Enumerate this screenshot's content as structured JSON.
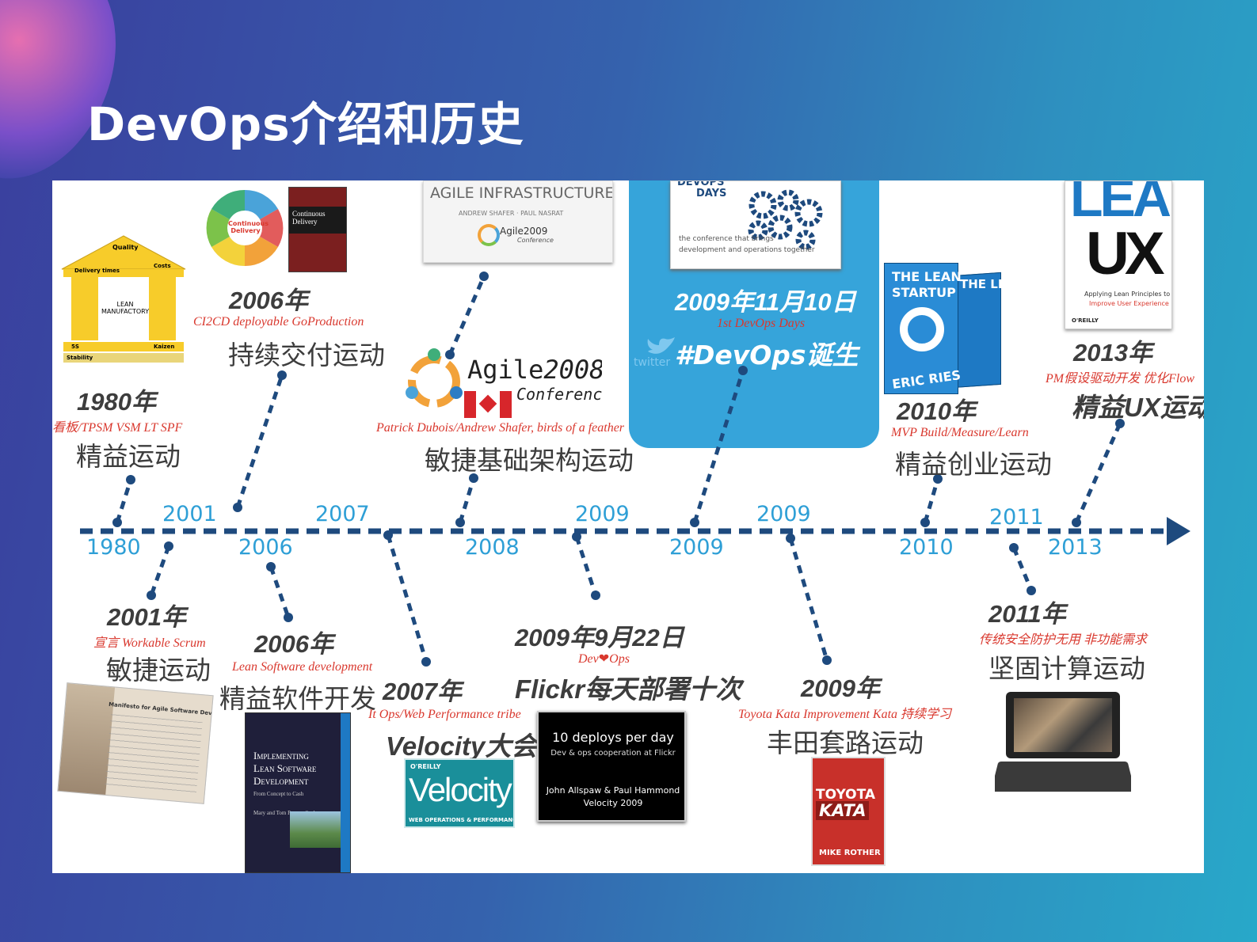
{
  "slide": {
    "title": "DevOps介绍和历史"
  },
  "colors": {
    "accent_blue": "#2e9fd6",
    "timeline_dark": "#1e4a7e",
    "tag_red": "#d9382e",
    "highlight": "#36a4da"
  },
  "timeline": {
    "years_upper": [
      "2001",
      "2007",
      "2009",
      "2009",
      "2011"
    ],
    "years_lower": [
      "1980",
      "2006",
      "2008",
      "2009",
      "2010",
      "2013"
    ]
  },
  "events": {
    "lean": {
      "date": "1980年",
      "tags": "看板/TPSM   VSM   LT   SPF",
      "movement": "精益运动"
    },
    "cd": {
      "date": "2006年",
      "tags": "CI2CD    deployable    GoProduction",
      "movement": "持续交付运动"
    },
    "agile_infra": {
      "tags": "Patrick Dubois/Andrew Shafer, birds of a feather",
      "movement": "敏捷基础架构运动"
    },
    "devops_days": {
      "date": "2009年11月10日",
      "tags": "1st DevOps Days",
      "movement": "#DevOps诞生"
    },
    "lean_startup": {
      "date": "2010年",
      "tags": "MVP Build/Measure/Learn",
      "movement": "精益创业运动"
    },
    "lean_ux": {
      "date": "2013年",
      "tags": "PM假设驱动开发    优化Flow",
      "movement": "精益UX运动"
    },
    "agile": {
      "date": "2001年",
      "tags": "宣言   Workable   Scrum",
      "movement": "敏捷运动"
    },
    "lean_sw": {
      "date": "2006年",
      "tags": "Lean Software development",
      "movement": "精益软件开发"
    },
    "velocity": {
      "date": "2007年",
      "tags": "It Ops/Web Performance tribe",
      "movement": "Velocity大会"
    },
    "flickr": {
      "date": "2009年9月22日",
      "tags_dev": "Dev",
      "tags_ops": "Ops",
      "movement": "Flickr每天部署十次"
    },
    "toyota": {
      "date": "2009年",
      "tags": "Toyota Kata    Improvement Kata    持续学习",
      "movement": "丰田套路运动"
    },
    "rugged": {
      "date": "2011年",
      "tags": "传统安全防护无用  非功能需求",
      "movement": "坚固计算运动"
    }
  },
  "images": {
    "lean_house": {
      "roof": "Quality",
      "left": "Delivery times",
      "right": "Costs",
      "center": "LEAN MANUFACTORY",
      "base1": "5S",
      "base2": "Kaizen",
      "footer": "Stability",
      "icon": "lean-house-diagram"
    },
    "cd_wheel": {
      "center": "Continuous Delivery",
      "icon": "cd-wheel"
    },
    "cd_book": {
      "title": "Continuous Delivery",
      "icon": "book-cover"
    },
    "agile_infra_slide": {
      "title": "AGILE INFRASTRUCTURE",
      "authors": "ANDREW SHAFER · PAUL NASRAT",
      "logo": "Agile2009",
      "sub": "Conference"
    },
    "agile2008": {
      "text1": "Agile",
      "text2": "2008",
      "text3": "Conference",
      "icon": "agile-logo-canada-flag"
    },
    "devopsdays": {
      "title1": "DEVOPS",
      "title2": "DAYS",
      "line1": "the conference that brings",
      "line2": "development and operations together",
      "icon": "gears-brain"
    },
    "twitter": {
      "label": "twitter"
    },
    "lean_startup_book": {
      "title1": "THE LEAN",
      "title2": "STARTUP",
      "author": "ERIC RIES",
      "icon": "book-cover"
    },
    "lean_ux_book": {
      "title1": "LEAN",
      "title2": "UX",
      "sub1": "Applying Lean Principles to",
      "sub2": "Improve User Experience",
      "publisher": "O'REILLY",
      "icon": "book-cover"
    },
    "manifesto": {
      "title": "Manifesto for Agile Software Development",
      "icon": "manifesto-photo"
    },
    "lean_sw_book": {
      "title1": "Implementing",
      "title2": "Lean Software",
      "title3": "Development",
      "sub": "From Concept to Cash",
      "authors": "Mary and Tom Poppendieck",
      "icon": "book-cover"
    },
    "velocity_logo": {
      "publisher": "O'REILLY",
      "title": "Velocity",
      "sub": "WEB OPERATIONS & PERFORMANCE"
    },
    "flickr_slide": {
      "title": "10 deploys per day",
      "sub": "Dev & ops cooperation at Flickr",
      "authors": "John Allspaw & Paul Hammond",
      "event": "Velocity 2009"
    },
    "toyota_book": {
      "title1": "TOYOTA",
      "title2": "KATA",
      "author": "MIKE ROTHER",
      "icon": "book-cover"
    },
    "laptop": {
      "icon": "rugged-laptop"
    }
  }
}
